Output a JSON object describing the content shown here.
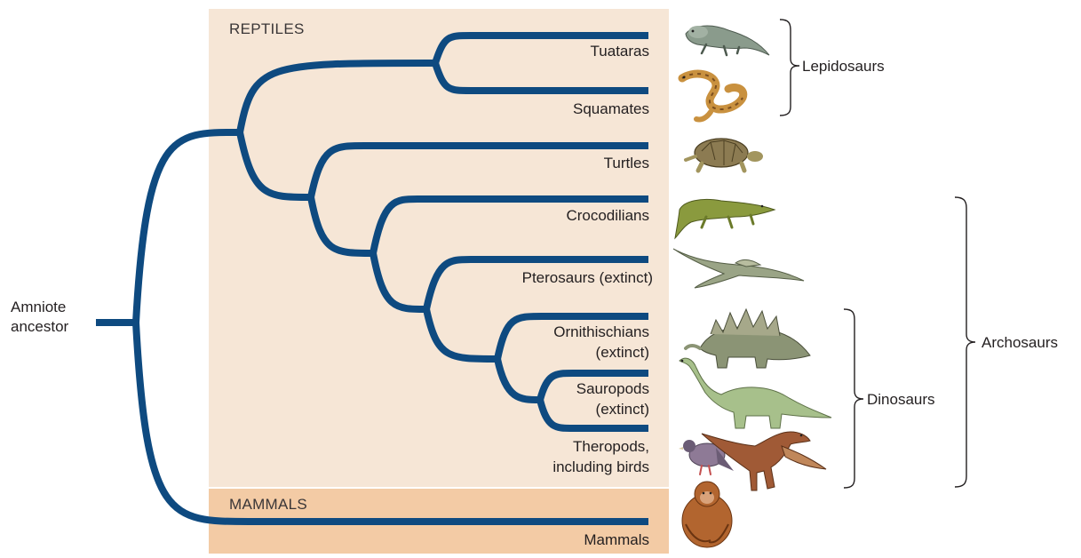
{
  "sections": {
    "reptiles": "REPTILES",
    "mammals": "MAMMALS"
  },
  "root": {
    "line1": "Amniote",
    "line2": "ancestor"
  },
  "taxa": [
    {
      "id": "tuataras",
      "lines": [
        "Tuataras"
      ]
    },
    {
      "id": "squamates",
      "lines": [
        "Squamates"
      ]
    },
    {
      "id": "turtles",
      "lines": [
        "Turtles"
      ]
    },
    {
      "id": "crocodilians",
      "lines": [
        "Crocodilians"
      ]
    },
    {
      "id": "pterosaurs",
      "lines": [
        "Pterosaurs (extinct)"
      ]
    },
    {
      "id": "ornithischians",
      "lines": [
        "Ornithischians",
        "(extinct)"
      ]
    },
    {
      "id": "sauropods",
      "lines": [
        "Sauropods",
        "(extinct)"
      ]
    },
    {
      "id": "theropods",
      "lines": [
        "Theropods,",
        "including birds"
      ]
    },
    {
      "id": "mammals",
      "lines": [
        "Mammals"
      ]
    }
  ],
  "groups": {
    "lepidosaurs": "Lepidosaurs",
    "dinosaurs": "Dinosaurs",
    "archosaurs": "Archosaurs"
  },
  "colors": {
    "branch": "#0e4a80",
    "reptile_panel": "#f6e6d6",
    "mammal_panel": "#f3cba5",
    "bracket": "#231f20"
  },
  "animal_icons": [
    "tuatara-icon",
    "snake-icon",
    "turtle-icon",
    "crocodile-icon",
    "pterosaur-icon",
    "stegosaurus-icon",
    "sauropod-icon",
    "pigeon-icon",
    "theropod-icon",
    "orangutan-icon"
  ]
}
